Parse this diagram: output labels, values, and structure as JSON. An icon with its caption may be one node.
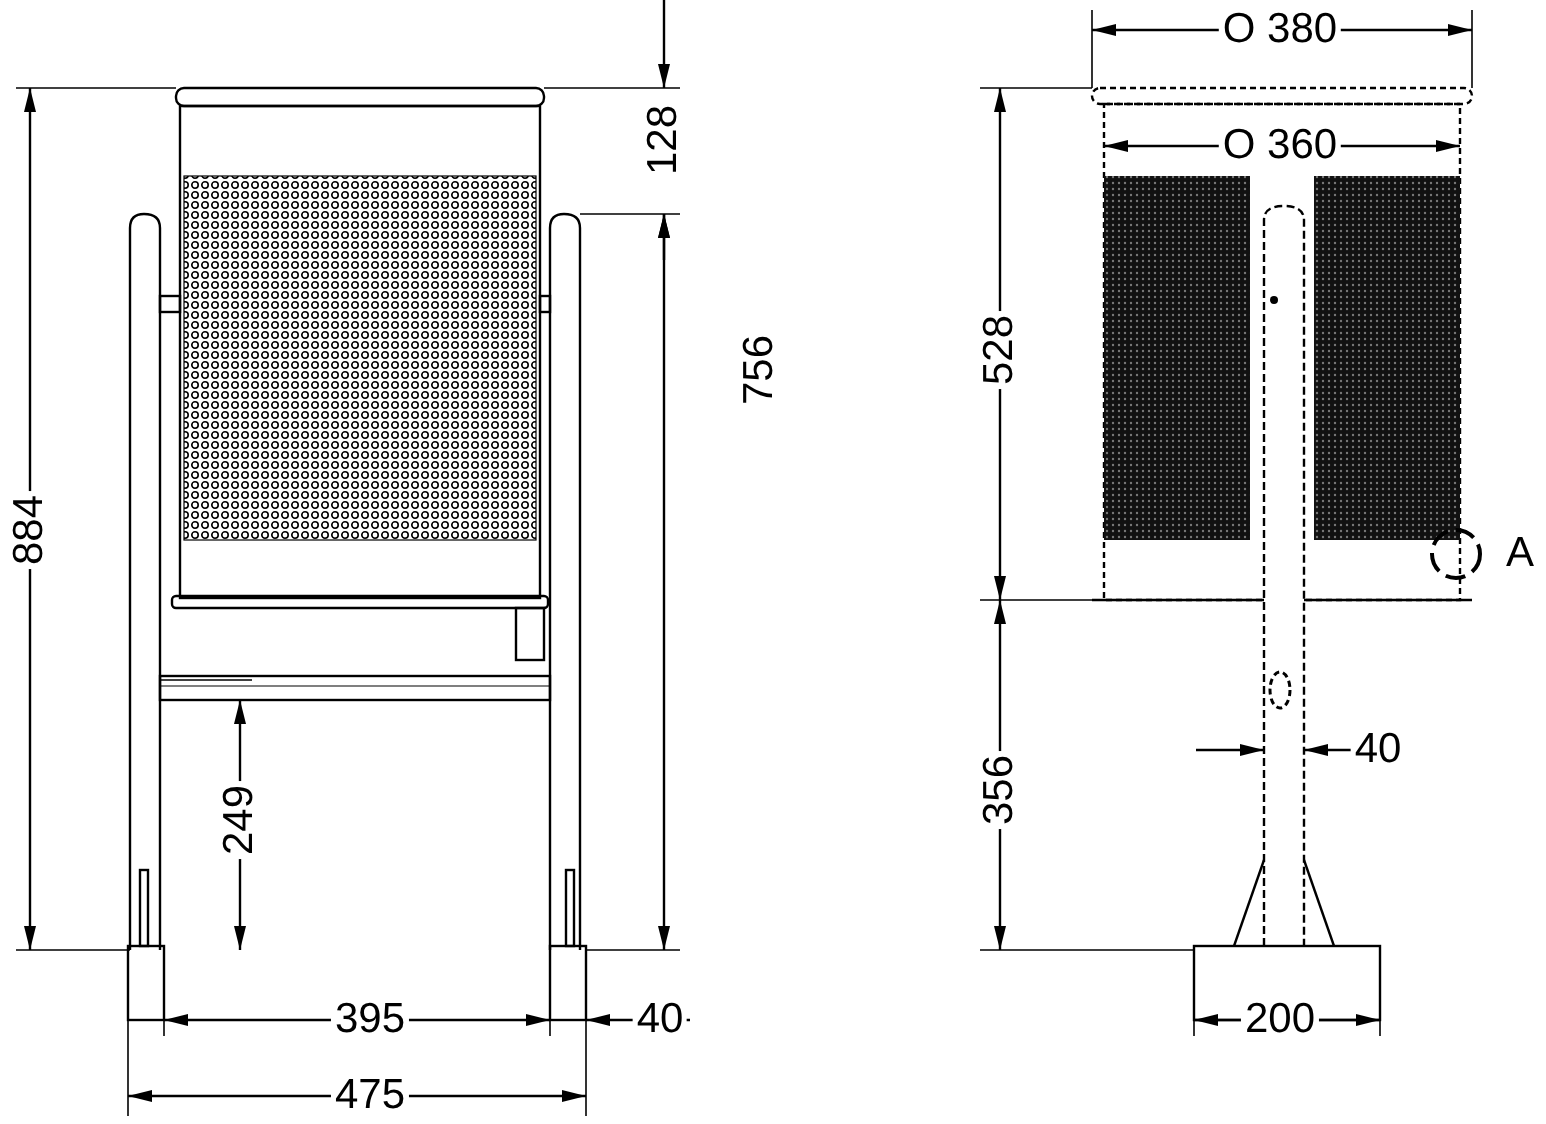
{
  "diagram": {
    "labels": [
      "O 380",
      "128",
      "O 360",
      "528",
      "756",
      "884",
      "A",
      "40",
      "356",
      "249",
      "395",
      "40",
      "200",
      "475"
    ]
  }
}
